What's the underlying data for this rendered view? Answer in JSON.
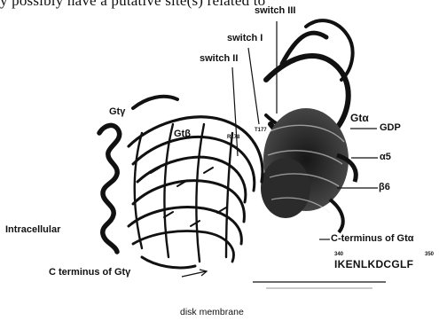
{
  "page": {
    "top_text": "y possibly have a putative site(s) related to"
  },
  "figure": {
    "labels": {
      "switch3": "switch III",
      "switch1": "switch I",
      "switch2": "switch II",
      "gt_alpha": "Gtα",
      "gt_gamma": "Gtγ",
      "gt_beta": "Gtβ",
      "t177": "T177",
      "r178": "R178",
      "gdp": "GDP",
      "alpha5": "α5",
      "beta6": "β6",
      "intracellular": "Intracellular",
      "c_term_alpha": "C-terminus of Gtα",
      "c_term_gamma": "C terminus of Gtγ",
      "seq_start": "340",
      "seq_end": "350",
      "sequence": "IKENLKDCGLF",
      "disk_membrane": "disk membrane"
    }
  }
}
